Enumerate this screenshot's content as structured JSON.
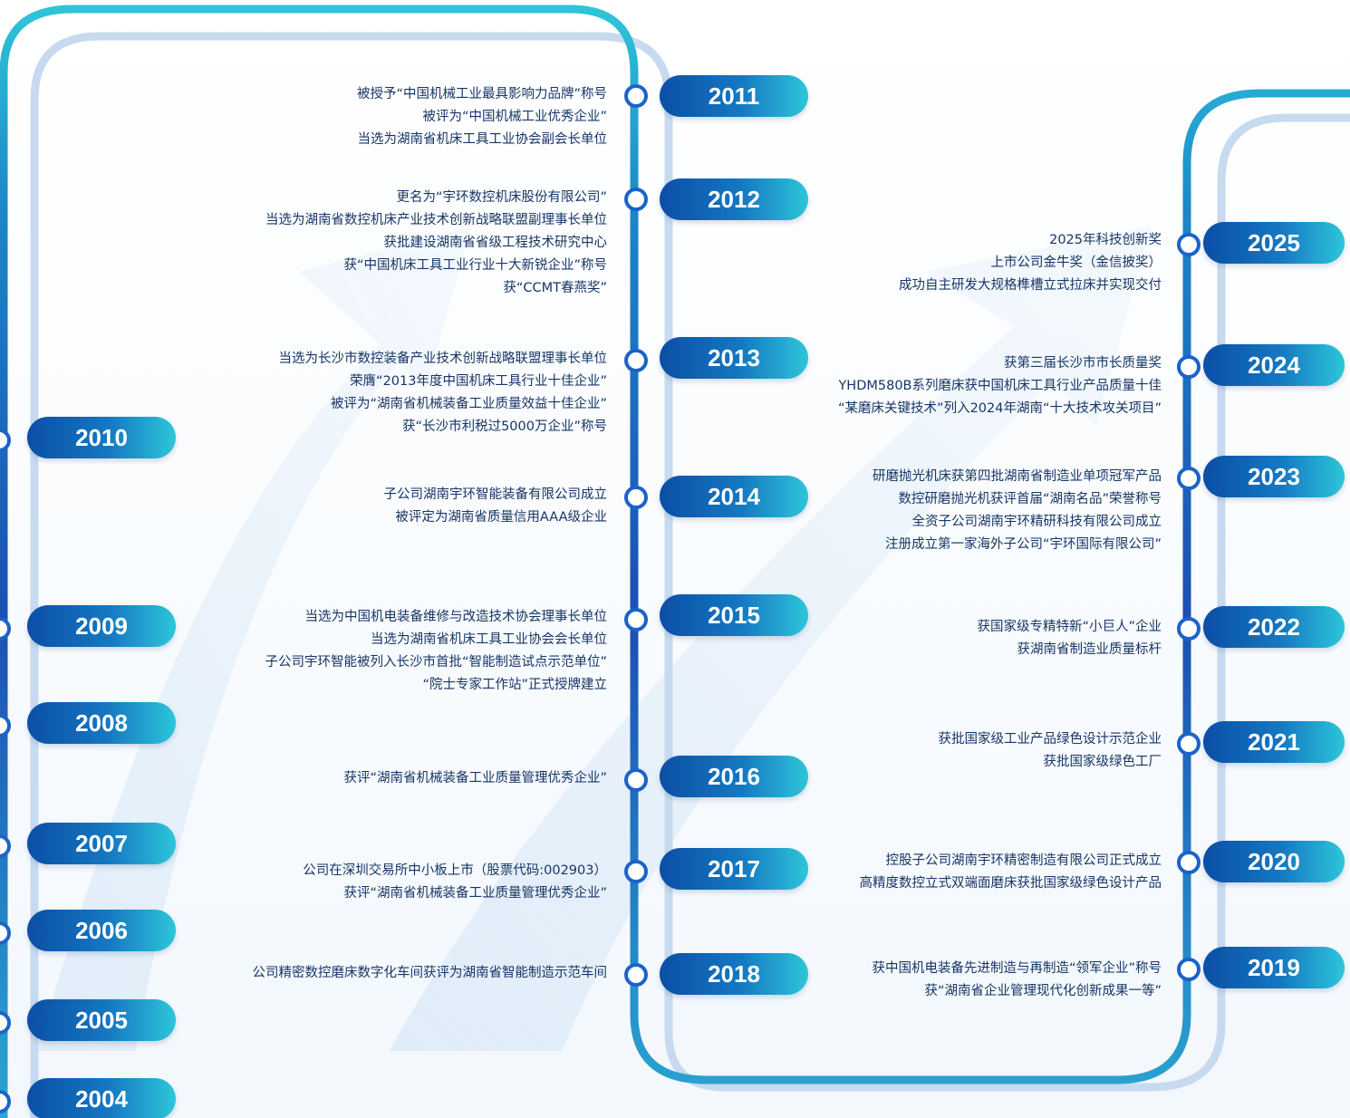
{
  "colors": {
    "text": "#173566",
    "pill_start": "#0b4ea6",
    "pill_end": "#2dc6da",
    "track_dark": "#1b5fbf",
    "track_light": "#c5d8ee",
    "track_cyan": "#2fc4d8"
  },
  "timeline": {
    "y2004": {
      "year": "2004"
    },
    "y2005": {
      "year": "2005"
    },
    "y2006": {
      "year": "2006"
    },
    "y2007": {
      "year": "2007"
    },
    "y2008": {
      "year": "2008"
    },
    "y2009": {
      "year": "2009"
    },
    "y2010": {
      "year": "2010"
    },
    "y2011": {
      "year": "2011",
      "events": [
        "被授予“中国机械工业最具影响力品牌”称号",
        "被评为“中国机械工业优秀企业”",
        "当选为湖南省机床工具工业协会副会长单位"
      ]
    },
    "y2012": {
      "year": "2012",
      "events": [
        "更名为“宇环数控机床股份有限公司”",
        "当选为湖南省数控机床产业技术创新战略联盟副理事长单位",
        "获批建设湖南省省级工程技术研究中心",
        "获“中国机床工具工业行业十大新锐企业”称号",
        "获“CCMT春燕奖”"
      ]
    },
    "y2013": {
      "year": "2013",
      "events": [
        "当选为长沙市数控装备产业技术创新战略联盟理事长单位",
        "荣膺“2013年度中国机床工具行业十佳企业”",
        "被评为“湖南省机械装备工业质量效益十佳企业”",
        "获“长沙市利税过5000万企业”称号"
      ]
    },
    "y2014": {
      "year": "2014",
      "events": [
        "子公司湖南宇环智能装备有限公司成立",
        "被评定为湖南省质量信用AAA级企业"
      ]
    },
    "y2015": {
      "year": "2015",
      "events": [
        "当选为中国机电装备维修与改造技术协会理事长单位",
        "当选为湖南省机床工具工业协会会长单位",
        "子公司宇环智能被列入长沙市首批“智能制造试点示范单位”",
        "“院士专家工作站”正式授牌建立"
      ]
    },
    "y2016": {
      "year": "2016",
      "events": [
        "获评“湖南省机械装备工业质量管理优秀企业”"
      ]
    },
    "y2017": {
      "year": "2017",
      "events": [
        "公司在深圳交易所中小板上市（股票代码:002903）",
        "获评“湖南省机械装备工业质量管理优秀企业”"
      ]
    },
    "y2018": {
      "year": "2018",
      "events": [
        "公司精密数控磨床数字化车间获评为湖南省智能制造示范车间"
      ]
    },
    "y2019": {
      "year": "2019",
      "events": [
        "获中国机电装备先进制造与再制造“领军企业”称号",
        "获“湖南省企业管理现代化创新成果一等”"
      ]
    },
    "y2020": {
      "year": "2020",
      "events": [
        "控股子公司湖南宇环精密制造有限公司正式成立",
        "高精度数控立式双端面磨床获批国家级绿色设计产品"
      ]
    },
    "y2021": {
      "year": "2021",
      "events": [
        "获批国家级工业产品绿色设计示范企业",
        "获批国家级绿色工厂"
      ]
    },
    "y2022": {
      "year": "2022",
      "events": [
        "获国家级专精特新“小巨人”企业",
        "获湖南省制造业质量标杆"
      ]
    },
    "y2023": {
      "year": "2023",
      "events": [
        "研磨抛光机床获第四批湖南省制造业单项冠军产品",
        "数控研磨抛光机获评首届“湖南名品”荣誉称号",
        "全资子公司湖南宇环精研科技有限公司成立",
        "注册成立第一家海外子公司“宇环国际有限公司”"
      ]
    },
    "y2024": {
      "year": "2024",
      "events": [
        "获第三届长沙市市长质量奖",
        "YHDM580B系列磨床获中国机床工具行业产品质量十佳",
        "“某磨床关键技术”列入2024年湖南“十大技术攻关项目”"
      ]
    },
    "y2025": {
      "year": "2025",
      "events": [
        "2025年科技创新奖",
        "上市公司金牛奖（金信披奖）",
        "成功自主研发大规格榫槽立式拉床并实现交付"
      ]
    }
  }
}
